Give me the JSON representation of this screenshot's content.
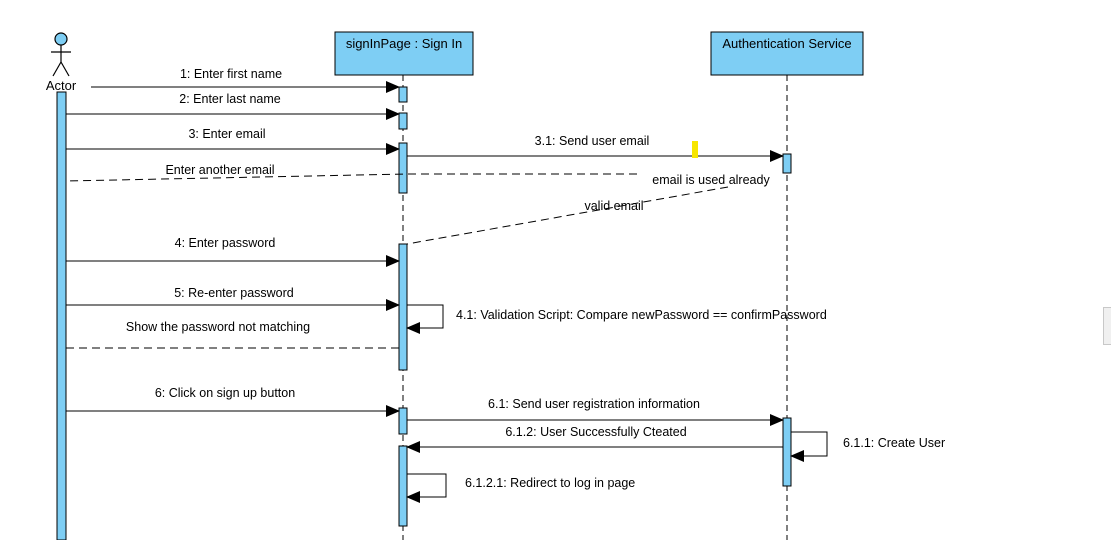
{
  "colors": {
    "lifeline_fill": "#7ecef4",
    "stroke": "#000000",
    "highlight": "#f7e600"
  },
  "participants": {
    "actor": "Actor",
    "sign_in_page": "signInPage : Sign In",
    "auth_service": "Authentication Service"
  },
  "messages": {
    "m1": "1: Enter first name",
    "m2": "2: Enter last name",
    "m3": "3: Enter email",
    "m31": "3.1: Send user email",
    "r_email_used": "email is used already",
    "r_another_email": "Enter another email",
    "r_valid_email": "valid email",
    "m4": "4: Enter password",
    "m5": "5: Re-enter password",
    "m41": "4.1: Validation Script: Compare newPassword == confirmPassword",
    "r_pw_mismatch": "Show the password not matching",
    "m6": "6: Click on sign up button",
    "m61": "6.1: Send user registration information",
    "m612": "6.1.2: User Successfully Cteated",
    "m611": "6.1.1: Create User",
    "m6121": "6.1.2.1: Redirect to log in page"
  }
}
